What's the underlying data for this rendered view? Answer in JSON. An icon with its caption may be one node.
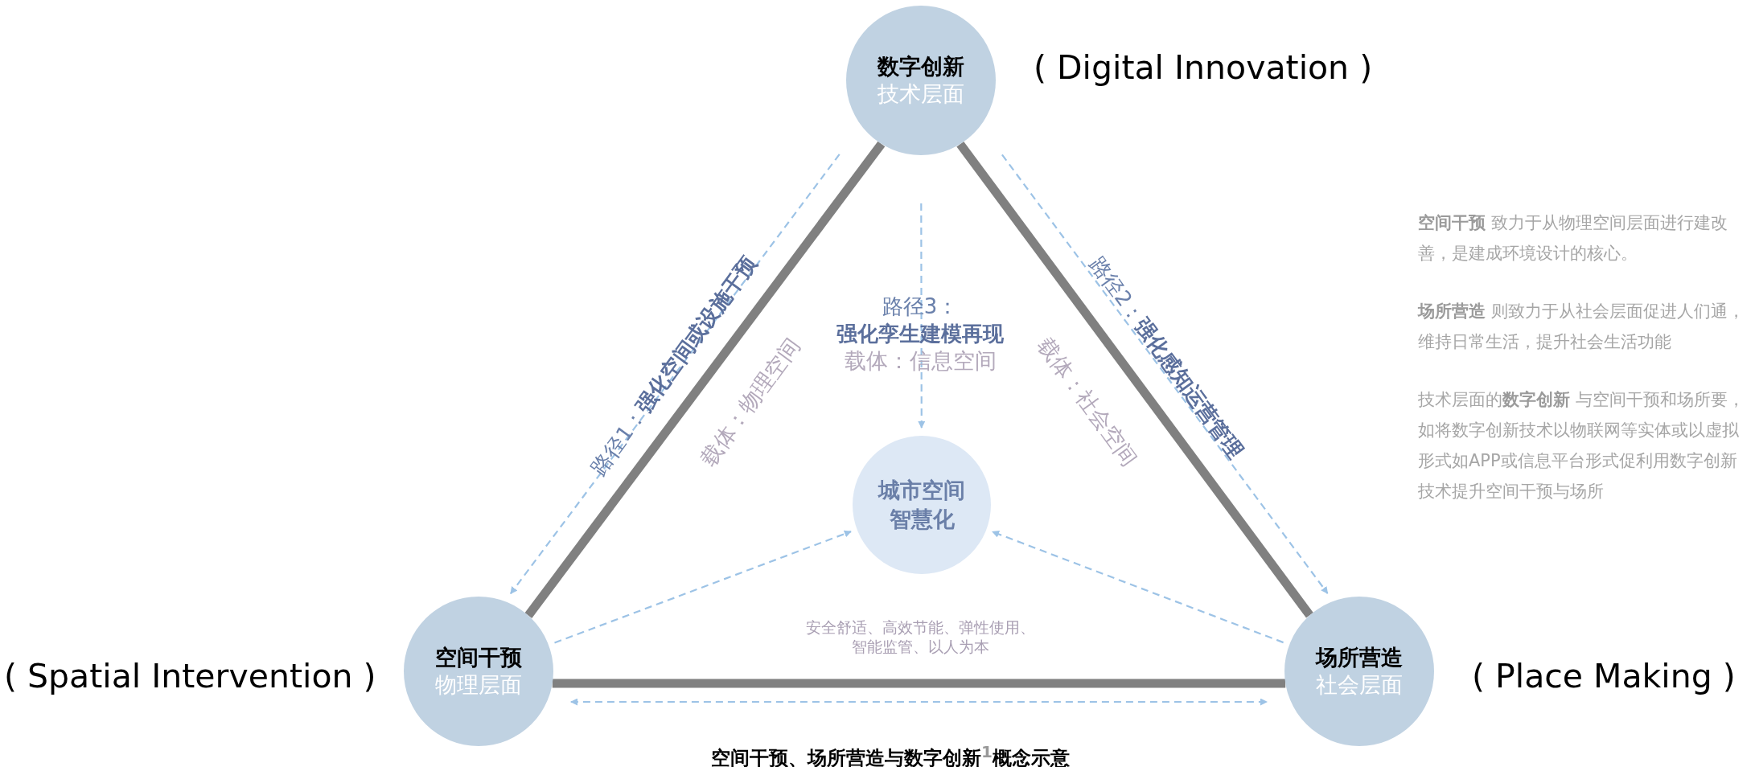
{
  "diagram": {
    "caption": "空间干预、场所营造与数字创新$^{1}$概念示意",
    "nodes": [
      {
        "text": [
          "数字创新",
          "技术层面"
        ],
        "beside": [
          "( Digital Innovation )"
        ]
      },
      {
        "text": [
          "城市空间智慧化"
        ]
      },
      {
        "text": [
          "空间干预",
          "物理层面"
        ],
        "beside": [
          "( Spatial Intervention )"
        ]
      },
      {
        "text": [
          "场所营造",
          "社会层面"
        ],
        "beside": [
          "( Place Making )"
        ]
      }
    ],
    "edges": [
      {
        "from": 0,
        "to": 2,
        "arrow": "none",
        "style": "thick",
        "color": "#808080"
      },
      {
        "from": 0,
        "to": 3,
        "arrow": "none",
        "style": "thick",
        "color": "#808080"
      },
      {
        "from": 2,
        "to": 3,
        "arrow": "none",
        "style": "thick",
        "color": "#808080"
      },
      {
        "from": 0,
        "to": 2,
        "arrow": "to",
        "style": "dashed",
        "label": "路径1：**强化空间或设施干预**"
      },
      {
        "from": 0,
        "to": 3,
        "arrow": "to",
        "style": "dashed",
        "label": "路径2：**强化感知运营管理**"
      },
      {
        "from": 0,
        "to": 1,
        "arrow": "to",
        "style": "dashed",
        "label": "路径3：**强化孪生建模再现**"
      },
      {
        "from": 2,
        "to": 1,
        "arrow": "to",
        "style": "dashed"
      },
      {
        "from": 3,
        "to": 1,
        "arrow": "to",
        "style": "dashed"
      },
      {
        "from": 2,
        "to": 3,
        "arrow": "both",
        "style": "dashed"
      }
    ],
    "labels": [
      "载体：物理空间",
      "载体：信息空间",
      "载体：社会空间",
      "安全舒适、高效节能、弹性使用、智能监管、以人为本",
      "**空间干预** 致力于从物理空间层面进行建改善，是建成环境设计的核心。",
      "**场所营造** 则致力于从社会层面促进人们通，维持日常生活，提升社会生活功能",
      "技术层面的**数字创新** 与空间干预和场所要，如将数字创新技术以物联网等实体或以虚拟形式如APP或信息平台形式促利用数字创新技术提升空间干预与场所"
    ]
  }
}
